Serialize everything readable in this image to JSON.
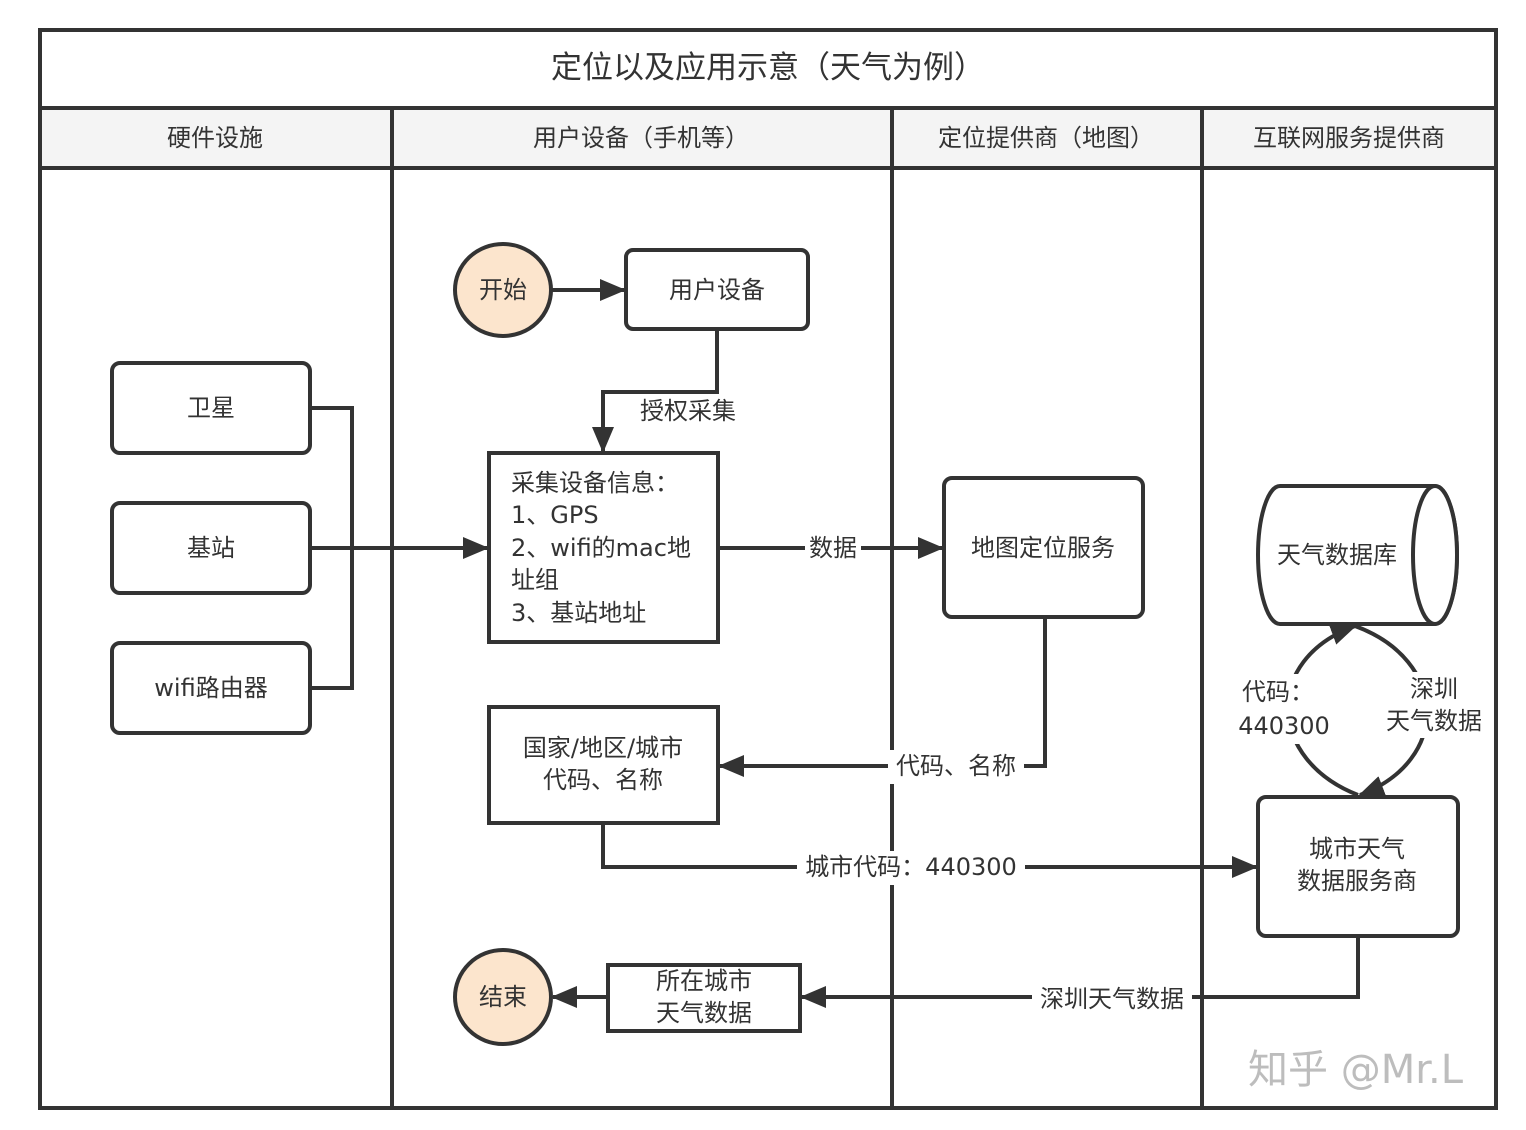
{
  "title": "定位以及应用示意（天气为例）",
  "lanes": [
    {
      "label": "硬件设施"
    },
    {
      "label": "用户设备（手机等）"
    },
    {
      "label": "定位提供商（地图）"
    },
    {
      "label": "互联网服务提供商"
    }
  ],
  "nodes": {
    "start": {
      "label": "开始",
      "shape": "circle"
    },
    "user_device": {
      "label": "用户设备",
      "shape": "rounded-rect"
    },
    "collect_info": {
      "shape": "rect",
      "lines": [
        "采集设备信息：",
        "1、GPS",
        "2、wifi的mac地",
        "址组",
        "3、基站地址"
      ]
    },
    "satellite": {
      "label": "卫星",
      "shape": "rounded-rect"
    },
    "base_station": {
      "label": "基站",
      "shape": "rounded-rect"
    },
    "wifi_router": {
      "label": "wifi路由器",
      "shape": "rounded-rect"
    },
    "map_service": {
      "label": "地图定位服务",
      "shape": "rounded-rect"
    },
    "region_code": {
      "shape": "rect",
      "lines": [
        "国家/地区/城市",
        "代码、名称"
      ]
    },
    "weather_provider": {
      "shape": "rounded-rect",
      "lines": [
        "城市天气",
        "数据服务商"
      ]
    },
    "weather_db": {
      "label": "天气数据库",
      "shape": "cylinder"
    },
    "city_weather": {
      "shape": "rect",
      "lines": [
        "所在城市",
        "天气数据"
      ]
    },
    "end": {
      "label": "结束",
      "shape": "circle"
    }
  },
  "edges": {
    "start_to_device": {
      "from": "start",
      "to": "user_device",
      "label": ""
    },
    "authorize": {
      "from": "user_device",
      "to": "collect_info",
      "label": "授权采集"
    },
    "hardware_to_collect": {
      "from": [
        "satellite",
        "base_station",
        "wifi_router"
      ],
      "to": "collect_info",
      "label": ""
    },
    "data": {
      "from": "collect_info",
      "to": "map_service",
      "label": "数据"
    },
    "code_name": {
      "from": "map_service",
      "to": "region_code",
      "label": "代码、名称"
    },
    "city_code": {
      "from": "region_code",
      "to": "weather_provider",
      "label": "城市代码：440300"
    },
    "query_db": {
      "from": "weather_provider",
      "to": "weather_db",
      "lines": [
        "代码：",
        "440300"
      ]
    },
    "db_result": {
      "from": "weather_db",
      "to": "weather_provider",
      "lines": [
        "深圳",
        "天气数据"
      ]
    },
    "sz_weather": {
      "from": "weather_provider",
      "to": "city_weather",
      "label": "深圳天气数据"
    },
    "to_end": {
      "from": "city_weather",
      "to": "end",
      "label": ""
    }
  },
  "watermark": "知乎 @Mr.L",
  "colors": {
    "stroke": "#333333",
    "terminal_fill": "#fce5cd",
    "header_fill": "#f4f4f4",
    "watermark": "#bdbdbd"
  }
}
